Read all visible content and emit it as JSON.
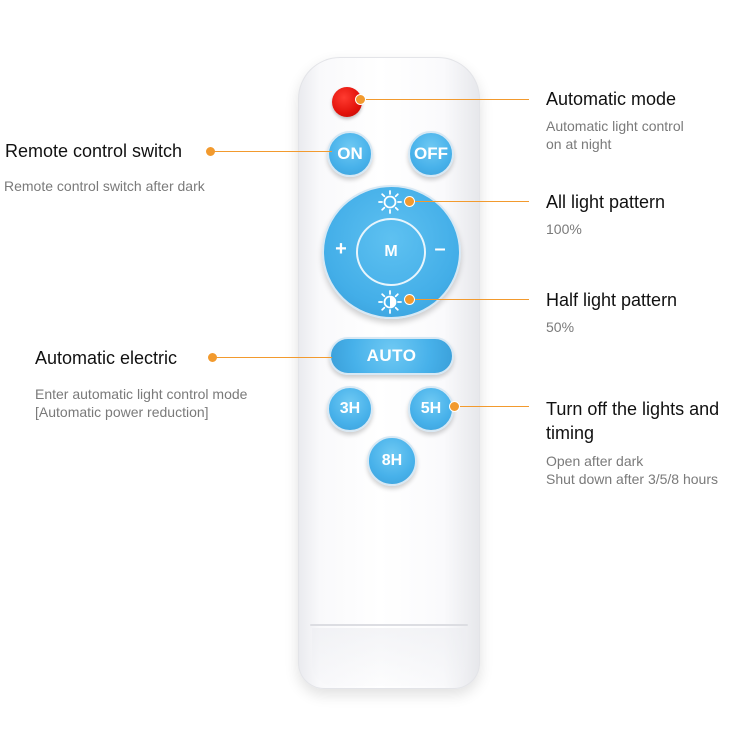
{
  "remote": {
    "buttons": {
      "on": "ON",
      "off": "OFF",
      "mode": "M",
      "plus": "+",
      "minus": "–",
      "auto": "AUTO",
      "h3": "3H",
      "h5": "5H",
      "h8": "8H"
    }
  },
  "callouts": {
    "automatic_mode": {
      "title": "Automatic mode",
      "desc1": "Automatic light control",
      "desc2": "on at night"
    },
    "remote_switch": {
      "title": "Remote control switch",
      "desc1": "Remote control switch after dark"
    },
    "all_light": {
      "title": "All light pattern",
      "desc1": "100%"
    },
    "half_light": {
      "title": "Half light pattern",
      "desc1": "50%"
    },
    "auto_electric": {
      "title": "Automatic electric",
      "desc1": "Enter automatic light control mode",
      "desc2": "[Automatic power reduction]"
    },
    "timing": {
      "title1": "Turn off the lights and",
      "title2": "timing",
      "desc1": "Open after dark",
      "desc2": "Shut down after 3/5/8 hours"
    }
  },
  "colors": {
    "accent_orange": "#f29a2e",
    "button_blue": "#47b1ea",
    "indicator_red": "#e2120a"
  },
  "icons": [
    "sun-icon",
    "half-sun-icon"
  ]
}
